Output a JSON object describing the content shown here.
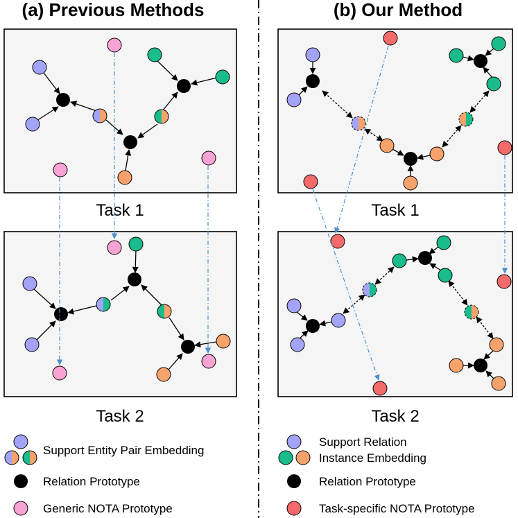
{
  "titles": {
    "left": "(a) Previous Methods",
    "right": "(b) Our Method"
  },
  "tasks": {
    "task1": "Task 1",
    "task2": "Task 2"
  },
  "legend_left": {
    "entity_pair": "Support Entity Pair Embedding",
    "relation_prototype": "Relation Prototype",
    "nota": "Generic NOTA Prototype"
  },
  "legend_right": {
    "instance_line1": "Support Relation",
    "instance_line2": "Instance Embedding",
    "relation_prototype": "Relation Prototype",
    "nota": "Task-specific NOTA Prototype"
  },
  "colors": {
    "purple": "#a3a3f7",
    "green": "#1abc8c",
    "orange": "#f5a36a",
    "pink": "#f7a3d3",
    "red": "#f26a6a",
    "black": "#000000",
    "projection": "#4a8fd0",
    "panel_bg": "#f5f5f5"
  }
}
